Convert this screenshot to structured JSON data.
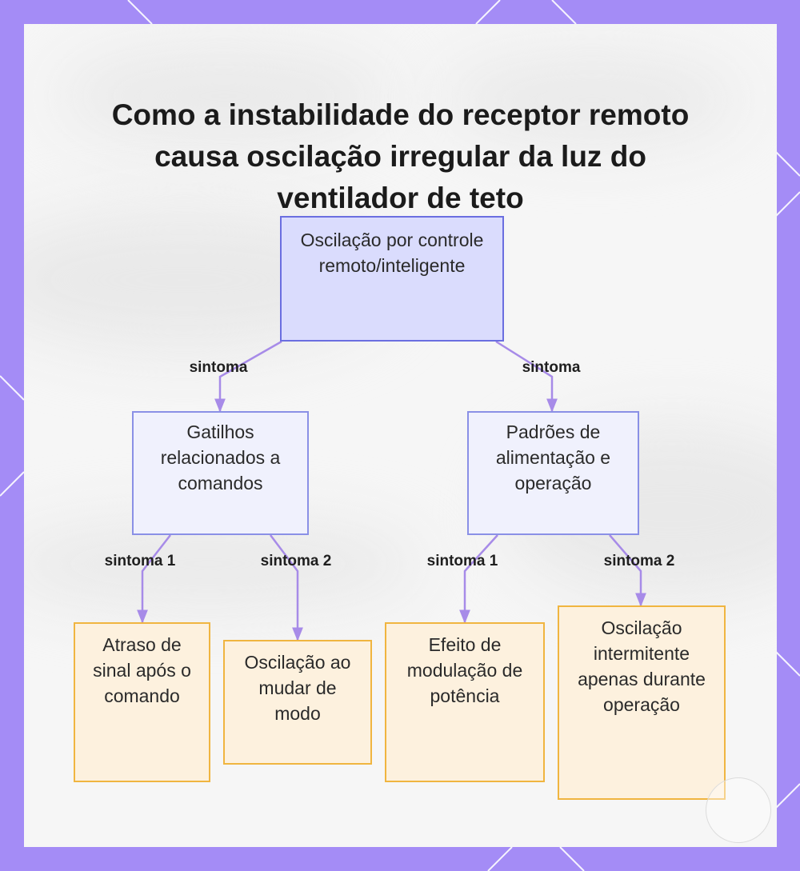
{
  "title": "Como a instabilidade do receptor remoto causa oscilação irregular da luz do ventilador de teto",
  "nodes": {
    "root": "Oscilação por controle remoto/inteligente",
    "triggers": "Gatilhos relacionados a comandos",
    "patterns": "Padrões de alimentação e operação",
    "signal_delay": "Atraso de sinal após o comando",
    "mode_change": "Oscilação ao mudar de modo",
    "power_mod": "Efeito de modulação de potência",
    "intermittent": "Oscilação intermitente apenas durante operação"
  },
  "edge_labels": {
    "root_to_triggers": "sintoma",
    "root_to_patterns": "sintoma",
    "triggers_to_signal_delay": "sintoma 1",
    "triggers_to_mode_change": "sintoma 2",
    "patterns_to_power_mod": "sintoma 1",
    "patterns_to_intermittent": "sintoma 2"
  },
  "colors": {
    "frame": "#a48cf6",
    "connector": "#a78be8",
    "root_fill": "#dadcfd",
    "root_border": "#6a6ee0",
    "leaf_fill": "#fdf1de",
    "leaf_border": "#f0b540"
  }
}
